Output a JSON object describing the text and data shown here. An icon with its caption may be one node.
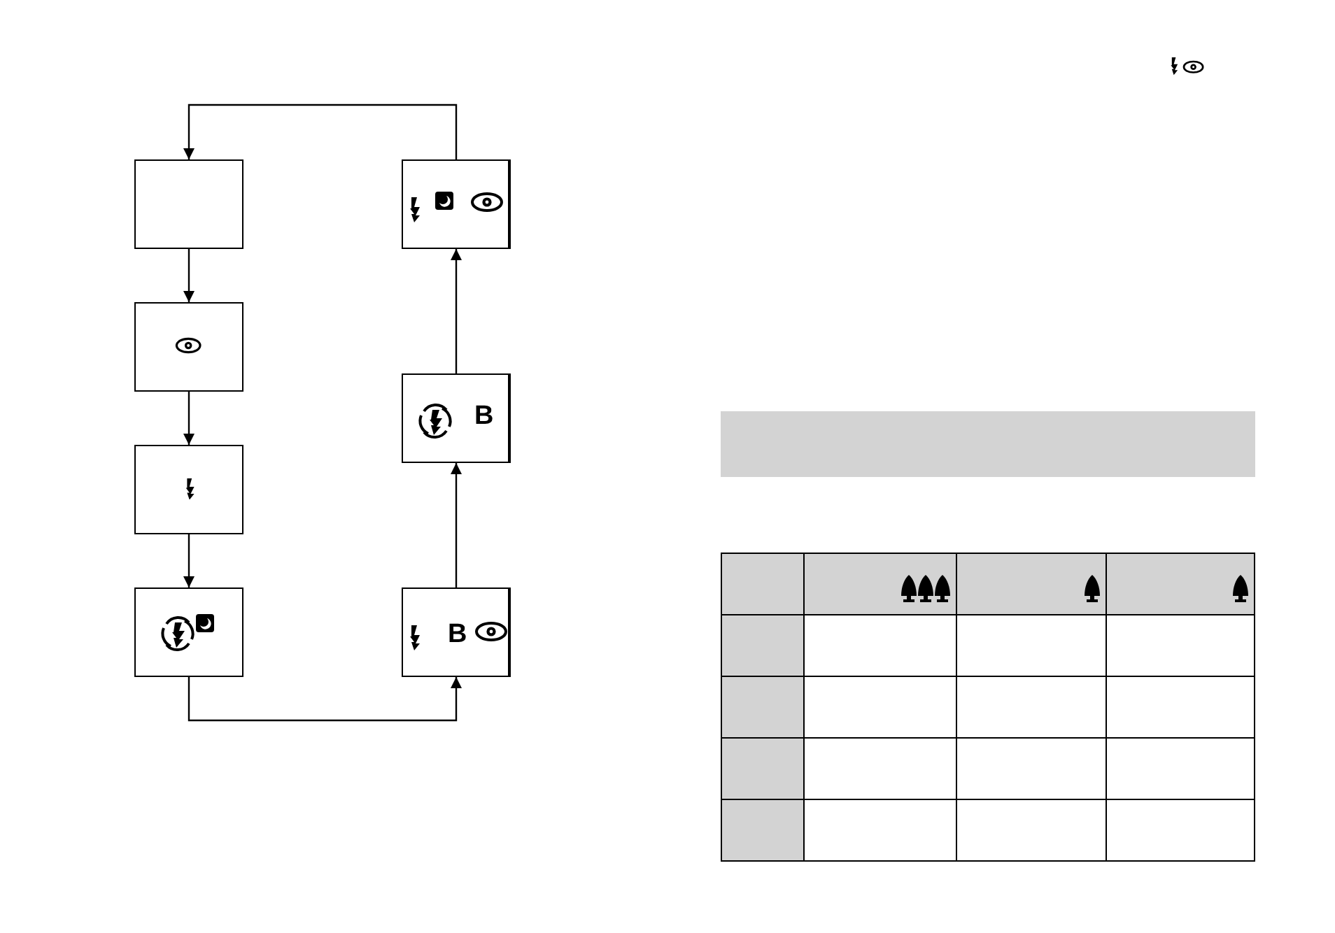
{
  "diagram": {
    "nodes": [
      {
        "text": [],
        "shape": "box"
      },
      {
        "text": [],
        "shape": "box"
      },
      {
        "text": [],
        "shape": "box"
      },
      {
        "text": [],
        "shape": "box"
      },
      {
        "text": [],
        "shape": "box"
      },
      {
        "text": [
          "B"
        ]
      },
      {
        "text": [
          "B"
        ]
      },
      {
        "text": [],
        "shape": "bar"
      }
    ],
    "edges": [
      {
        "from": 0,
        "to": 1,
        "arrow": "to"
      },
      {
        "from": 1,
        "to": 2,
        "arrow": "to"
      },
      {
        "from": 2,
        "to": 3,
        "arrow": "to"
      },
      {
        "from": 3,
        "to": 6,
        "arrow": "to"
      },
      {
        "from": 6,
        "to": 5,
        "arrow": "to"
      },
      {
        "from": 5,
        "to": 4,
        "arrow": "to"
      },
      {
        "from": 4,
        "to": 0,
        "arrow": "to"
      }
    ]
  }
}
